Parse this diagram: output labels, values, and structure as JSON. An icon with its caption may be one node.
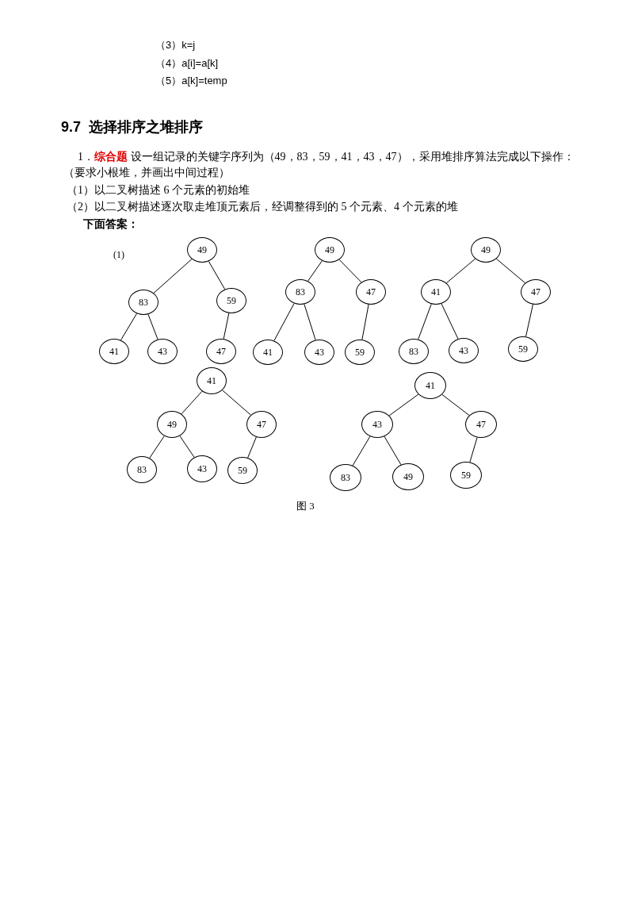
{
  "diagram": {
    "title": "9.7  选择排序之堆排序",
    "caption": "图 3",
    "nodes": [
      {
        "text": [
          "49"
        ]
      },
      {
        "text": [
          "83"
        ]
      },
      {
        "text": [
          "59"
        ]
      },
      {
        "text": [
          "41"
        ]
      },
      {
        "text": [
          "43"
        ]
      },
      {
        "text": [
          "47"
        ]
      },
      {
        "text": [
          "49"
        ]
      },
      {
        "text": [
          "83"
        ]
      },
      {
        "text": [
          "47"
        ]
      },
      {
        "text": [
          "41"
        ]
      },
      {
        "text": [
          "43"
        ]
      },
      {
        "text": [
          "59"
        ]
      },
      {
        "text": [
          "49"
        ]
      },
      {
        "text": [
          "41"
        ]
      },
      {
        "text": [
          "47"
        ]
      },
      {
        "text": [
          "83"
        ]
      },
      {
        "text": [
          "43"
        ]
      },
      {
        "text": [
          "59"
        ]
      },
      {
        "text": [
          "41"
        ]
      },
      {
        "text": [
          "49"
        ]
      },
      {
        "text": [
          "47"
        ]
      },
      {
        "text": [
          "83"
        ]
      },
      {
        "text": [
          "43"
        ]
      },
      {
        "text": [
          "59"
        ]
      },
      {
        "text": [
          "41"
        ]
      },
      {
        "text": [
          "43"
        ]
      },
      {
        "text": [
          "47"
        ]
      },
      {
        "text": [
          "83"
        ]
      },
      {
        "text": [
          "49"
        ]
      },
      {
        "text": [
          "59"
        ]
      }
    ],
    "edges": [
      {
        "from": 0,
        "to": 1,
        "arrow": "none"
      },
      {
        "from": 0,
        "to": 2,
        "arrow": "none"
      },
      {
        "from": 1,
        "to": 3,
        "arrow": "none"
      },
      {
        "from": 1,
        "to": 4,
        "arrow": "none"
      },
      {
        "from": 2,
        "to": 5,
        "arrow": "none"
      },
      {
        "from": 6,
        "to": 7,
        "arrow": "none"
      },
      {
        "from": 6,
        "to": 8,
        "arrow": "none"
      },
      {
        "from": 7,
        "to": 9,
        "arrow": "none"
      },
      {
        "from": 7,
        "to": 10,
        "arrow": "none"
      },
      {
        "from": 8,
        "to": 11,
        "arrow": "none"
      },
      {
        "from": 12,
        "to": 13,
        "arrow": "none"
      },
      {
        "from": 12,
        "to": 14,
        "arrow": "none"
      },
      {
        "from": 13,
        "to": 15,
        "arrow": "none"
      },
      {
        "from": 13,
        "to": 16,
        "arrow": "none"
      },
      {
        "from": 14,
        "to": 17,
        "arrow": "none"
      },
      {
        "from": 18,
        "to": 19,
        "arrow": "none"
      },
      {
        "from": 18,
        "to": 20,
        "arrow": "none"
      },
      {
        "from": 19,
        "to": 21,
        "arrow": "none"
      },
      {
        "from": 19,
        "to": 22,
        "arrow": "none"
      },
      {
        "from": 20,
        "to": 23,
        "arrow": "none"
      },
      {
        "from": 24,
        "to": 25,
        "arrow": "none"
      },
      {
        "from": 24,
        "to": 26,
        "arrow": "none"
      },
      {
        "from": 25,
        "to": 27,
        "arrow": "none"
      },
      {
        "from": 25,
        "to": 28,
        "arrow": "none"
      },
      {
        "from": 26,
        "to": 29,
        "arrow": "none"
      }
    ],
    "labels": [
      "（3）k=j",
      "（4）a[i]=a[k]",
      "（5）a[k]=temp",
      "1．**综合题** 设一组记录的关键字序列为（49，83，59，41，43，47），采用堆排序算法完成以下操作：（要求小根堆，并画出中间过程）",
      "（1）以二叉树描述 6 个元素的初始堆",
      "（2）以二叉树描述逐次取走堆顶元素后，经调整得到的 5 个元素、4 个元素的堆",
      "下面答案：",
      "(1)"
    ]
  }
}
